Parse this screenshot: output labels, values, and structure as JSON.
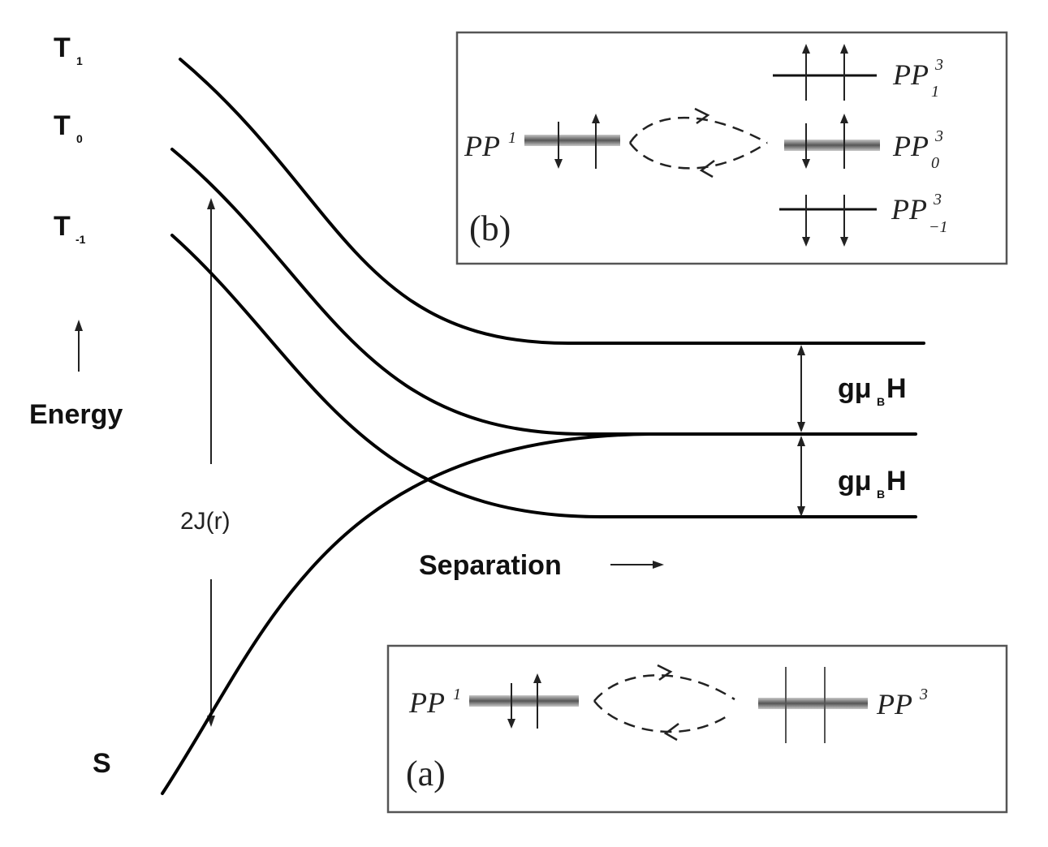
{
  "labels": {
    "t1_main": "T",
    "t1_sub": "1",
    "t0_main": "T",
    "t0_sub": "0",
    "tm1_main": "T",
    "tm1_sub": "-1",
    "s": "S",
    "energy": "Energy",
    "exchange": "2J(r)",
    "separation": "Separation",
    "zeeman_upper_g": "gμ",
    "zeeman_upper_b": "B",
    "zeeman_upper_h": "H",
    "zeeman_lower_g": "gμ",
    "zeeman_lower_b": "B",
    "zeeman_lower_h": "H"
  },
  "panel_b": {
    "tag": "(b)",
    "singlet_base": "PP",
    "singlet_sup": "1",
    "t_plus_base": "PP",
    "t_plus_sup": "3",
    "t_plus_sub": "1",
    "t_zero_base": "PP",
    "t_zero_sup": "3",
    "t_zero_sub": "0",
    "t_minus_base": "PP",
    "t_minus_sup": "3",
    "t_minus_sub": "−1"
  },
  "panel_a": {
    "tag": "(a)",
    "singlet_base": "PP",
    "singlet_sup": "1",
    "triplet_base": "PP",
    "triplet_sup": "3"
  },
  "colors": {
    "line": "#000000",
    "shaded_level": "#7a7a7a",
    "box_border": "#555555"
  }
}
